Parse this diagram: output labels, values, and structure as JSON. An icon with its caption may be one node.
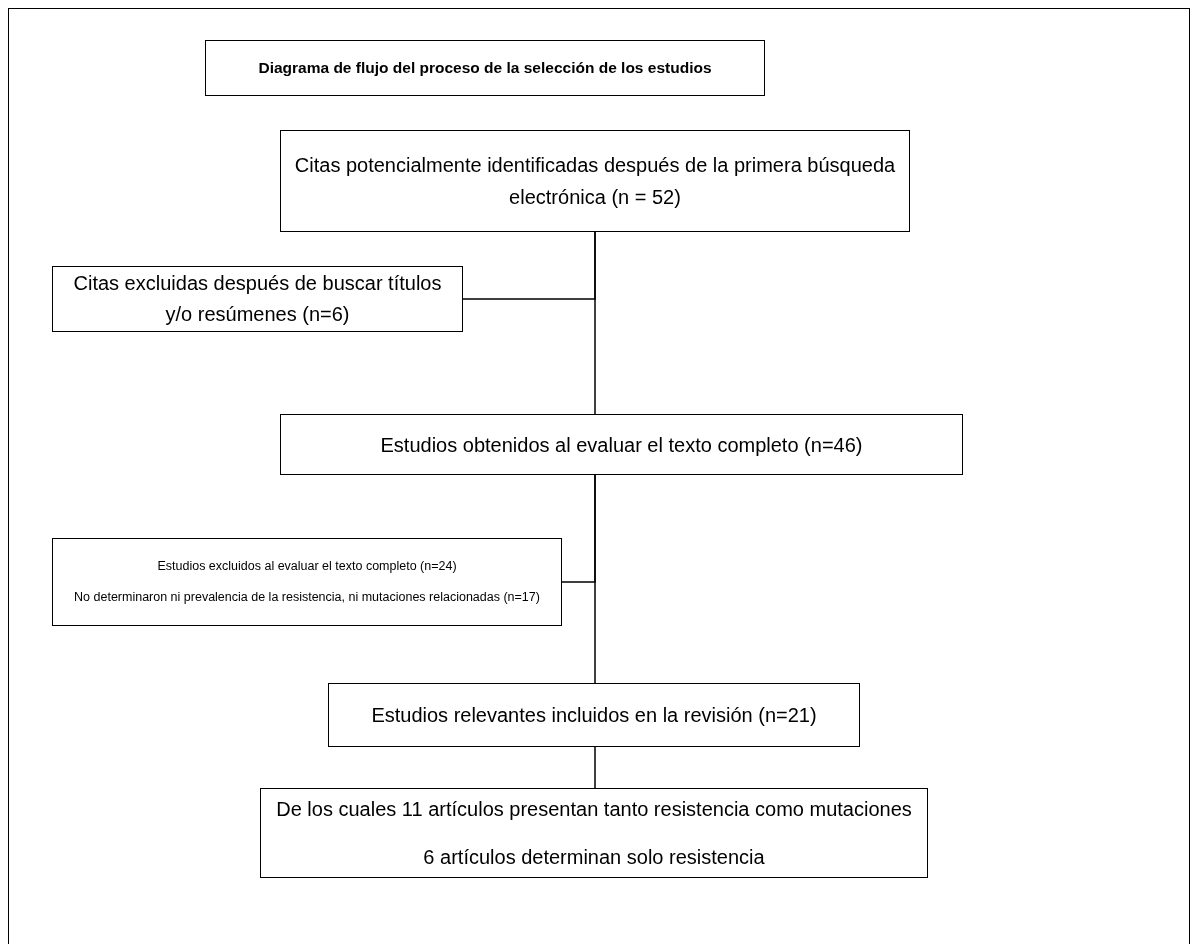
{
  "diagram": {
    "nodes": [
      {
        "text": [
          "Diagrama de flujo del proceso de la selección de los estudios"
        ]
      },
      {
        "text": [
          "Citas potencialmente identificadas después de la primera búsqueda electrónica (n = 52)"
        ]
      },
      {
        "text": [
          "Citas excluidas después de buscar títulos y/o resúmenes (n=6)"
        ]
      },
      {
        "text": [
          "Estudios obtenidos al evaluar el texto completo (n=46)"
        ]
      },
      {
        "text": [
          "Estudios excluidos al evaluar el texto completo (n=24)",
          "No determinaron ni prevalencia de la resistencia,  ni mutaciones relacionadas (n=17)"
        ]
      },
      {
        "text": [
          "Estudios relevantes incluidos en la revisión (n=21)"
        ]
      },
      {
        "text": [
          "De los cuales 11 artículos presentan tanto resistencia como mutaciones",
          "6 artículos determinan solo resistencia"
        ]
      }
    ],
    "edges": [
      {
        "from": 1,
        "to": 3,
        "arrow": "none"
      },
      {
        "from": 1,
        "to": 2,
        "arrow": "none"
      },
      {
        "from": 3,
        "to": 5,
        "arrow": "none"
      },
      {
        "from": 3,
        "to": 4,
        "arrow": "none"
      },
      {
        "from": 5,
        "to": 6,
        "arrow": "none"
      }
    ]
  }
}
